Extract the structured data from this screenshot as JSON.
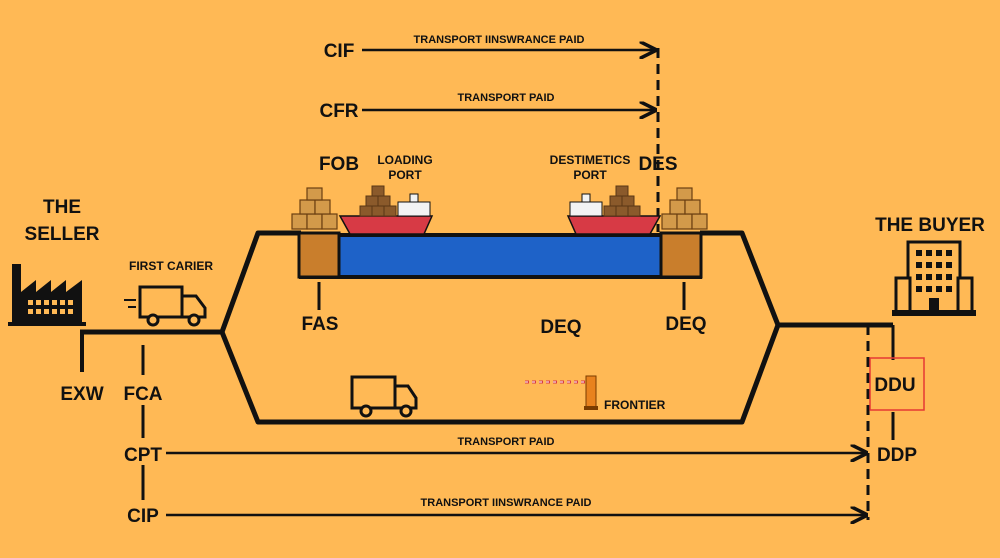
{
  "labels": {
    "seller": [
      "THE",
      "SELLER"
    ],
    "buyer": "THE BUYER",
    "first_carrier": "FIRST CARIER",
    "loading_port": [
      "LOADING",
      "PORT"
    ],
    "destination_port": [
      "DESTIMETICS",
      "PORT"
    ],
    "frontier": "FRONTIER"
  },
  "terms": {
    "cif": "CIF",
    "cfr": "CFR",
    "fob": "FOB",
    "des": "DES",
    "fas": "FAS",
    "deq_mid": "DEQ",
    "deq_right": "DEQ",
    "exw": "EXW",
    "fca": "FCA",
    "cpt": "CPT",
    "cip": "CIP",
    "ddu": "DDU",
    "ddp": "DDP"
  },
  "arrows": {
    "cif": "TRANSPORT  IINSWRANCE PAID",
    "cfr": "TRANSPORT  PAID",
    "cpt": "TRANSPORT  PAID",
    "cip": "TRANSPORT  IINSWRANCE PAID"
  },
  "colors": {
    "background": "#FFB955",
    "sea": "#1E62C8",
    "dock": "#C97E2C",
    "ship_hull": "#D73A45",
    "highlight_box": "#E53935",
    "line": "#111111"
  },
  "icons": [
    "factory-icon",
    "building-icon",
    "truck-icon",
    "ship-icon",
    "cargo-boxes-icon",
    "barrier-icon"
  ]
}
